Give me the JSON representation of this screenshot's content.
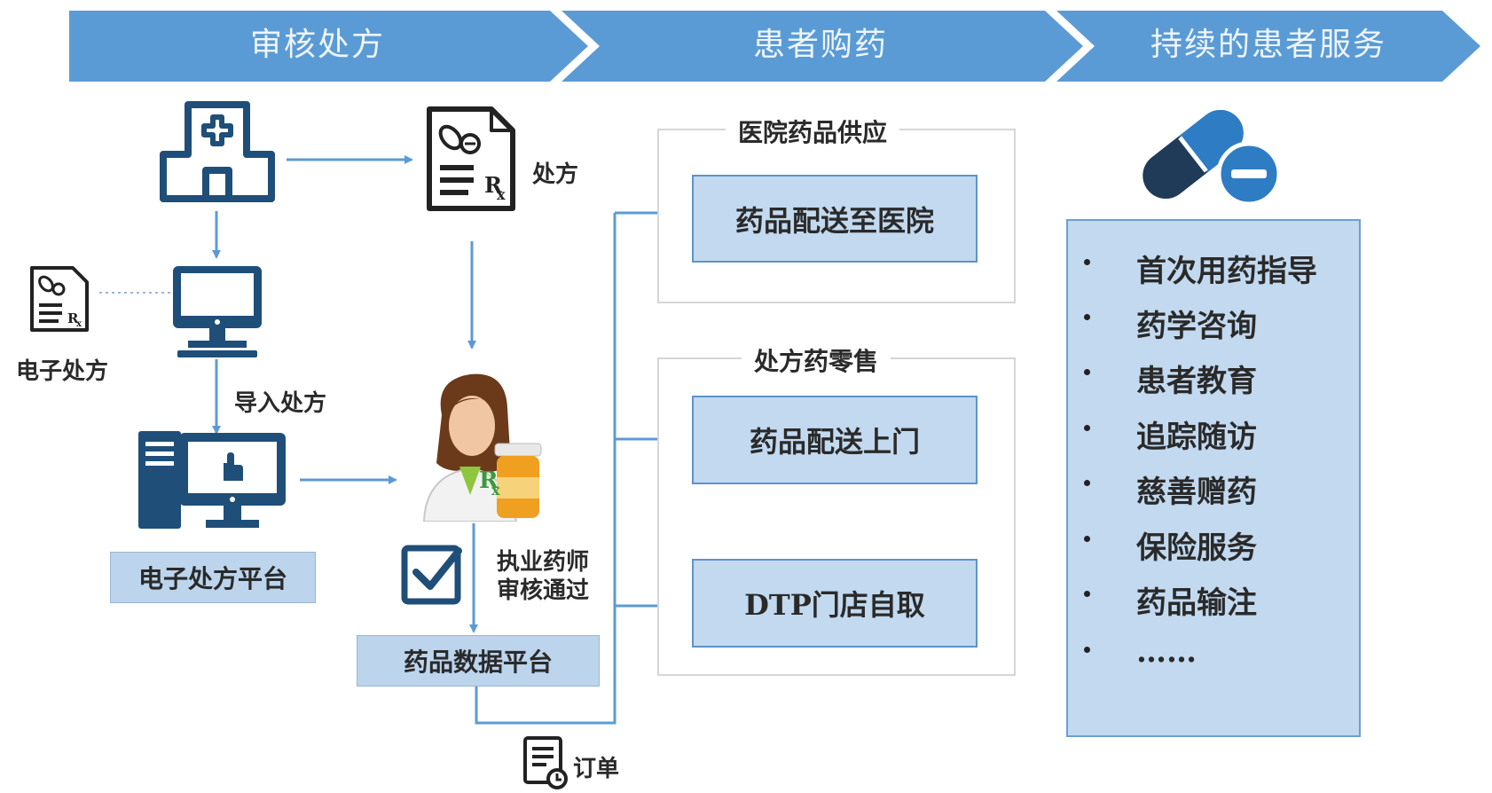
{
  "stages": [
    "审核处方",
    "患者购药",
    "持续的患者服务"
  ],
  "labels": {
    "prescription": "处方",
    "e_prescription": "电子处方",
    "import_prescription": "导入处方",
    "pharmacist_line1": "执业药师",
    "pharmacist_line2": "审核通过",
    "order": "订单"
  },
  "platforms": {
    "e_rx_platform": "电子处方平台",
    "drug_data_platform": "药品数据平台"
  },
  "groups": {
    "hospital_supply": {
      "title": "医院药品供应",
      "items": [
        "药品配送至医院"
      ]
    },
    "rx_retail": {
      "title": "处方药零售",
      "items": [
        "药品配送上门",
        "DTP门店自取"
      ]
    }
  },
  "services": [
    "首次用药指导",
    "药学咨询",
    "患者教育",
    "追踪随访",
    "慈善赠药",
    "保险服务",
    "药品输注",
    "……"
  ],
  "icons": {
    "hospital": "hospital-icon",
    "prescription_doc": "prescription-document-icon",
    "computer": "computer-icon",
    "workstation": "workstation-icon",
    "pharmacist": "pharmacist-icon",
    "checkbox": "checkbox-icon",
    "order_doc": "order-document-icon",
    "capsule": "capsule-icon"
  },
  "colors": {
    "banner": "#5b9bd5",
    "accent": "#1f4e79",
    "arrow": "#5b9bd5",
    "box_fill": "#c2d9ef"
  }
}
